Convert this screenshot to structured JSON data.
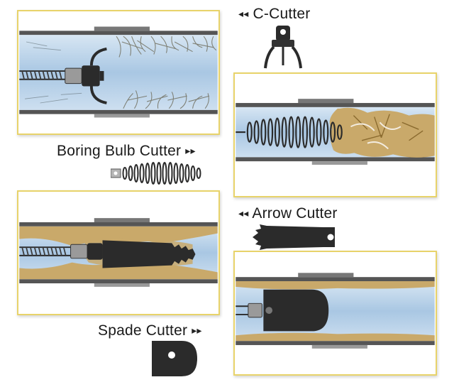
{
  "cutters": [
    {
      "name": "C-Cutter",
      "arrow": "◂◂"
    },
    {
      "name": "Boring Bulb Cutter",
      "arrow": "▸▸"
    },
    {
      "name": "Arrow Cutter",
      "arrow": "◂◂"
    },
    {
      "name": "Spade Cutter",
      "arrow": "▸▸"
    }
  ],
  "colors": {
    "panel_border": "#e8d36a",
    "pipe_water": "#a9c7e3",
    "debris_sand": "#c9a96a",
    "metal_dark": "#2b2b2b"
  }
}
